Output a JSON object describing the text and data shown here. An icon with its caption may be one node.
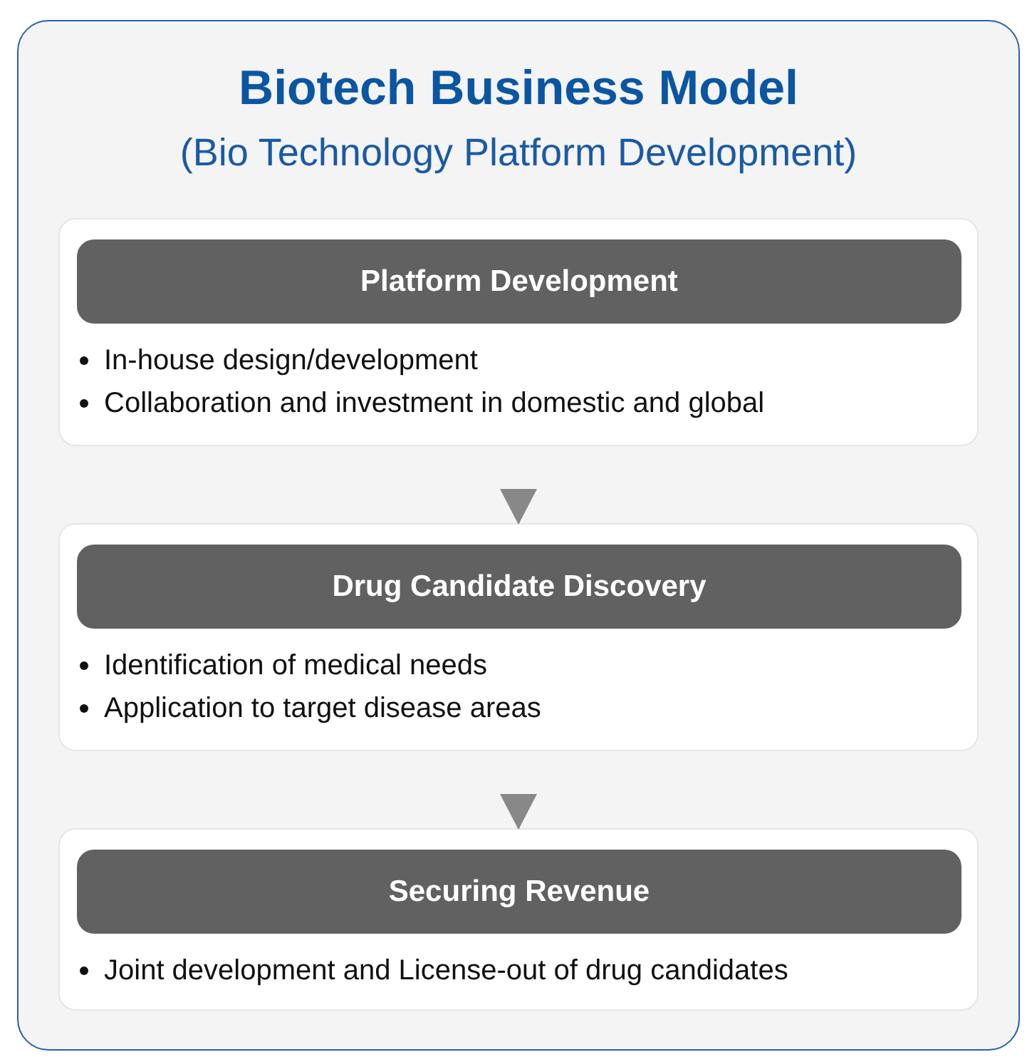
{
  "diagram": {
    "title": "Biotech Business Model",
    "nodes": [
      {
        "text": [
          "Platform Development",
          "In-house design/development",
          "Collaboration and investment in domestic and global"
        ]
      },
      {
        "text": [
          "Drug Candidate Discovery",
          "Identification of medical needs",
          "Application to target disease areas"
        ]
      },
      {
        "text": [
          "Securing Revenue",
          "Joint development and License-out of drug candidates"
        ]
      }
    ],
    "edges": [
      {
        "from": 0,
        "to": 1,
        "arrow": "to"
      },
      {
        "from": 1,
        "to": 2,
        "arrow": "to"
      }
    ],
    "labels": [
      "(Bio Technology Platform Development)"
    ]
  }
}
